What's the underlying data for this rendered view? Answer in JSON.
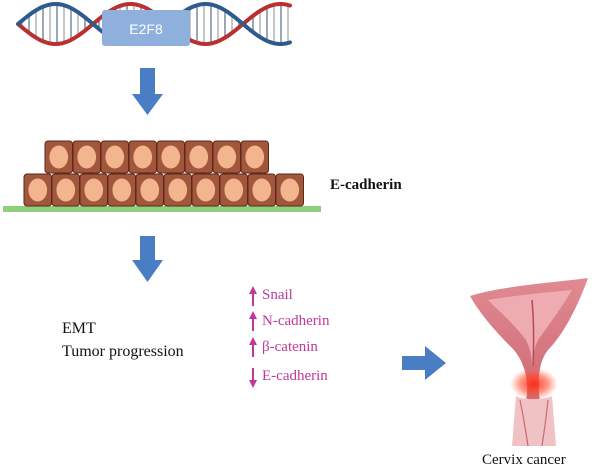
{
  "gene_label": "E2F8",
  "cell_layer_label": "E-cadherin",
  "process_lines": [
    "EMT",
    "Tumor progression"
  ],
  "markers": [
    {
      "label": "Snail",
      "direction": "up"
    },
    {
      "label": "N-cadherin",
      "direction": "up"
    },
    {
      "label": "β-catenin",
      "direction": "up"
    },
    {
      "label": "E-cadherin",
      "direction": "down"
    }
  ],
  "organ_label": "Cervix cancer",
  "colors": {
    "dna_red": "#b8302f",
    "dna_blue": "#2e5a8c",
    "gene_box": "#8fb0dd",
    "arrow": "#4a7ec4",
    "cell_body": "#a2563c",
    "cell_nucleus": "#f2b58d",
    "basement_membrane": "#8fcf7a",
    "marker": "#c0389a",
    "uterus": "#d8707c"
  },
  "cells": {
    "top_row": 8,
    "bottom_row": 10
  }
}
